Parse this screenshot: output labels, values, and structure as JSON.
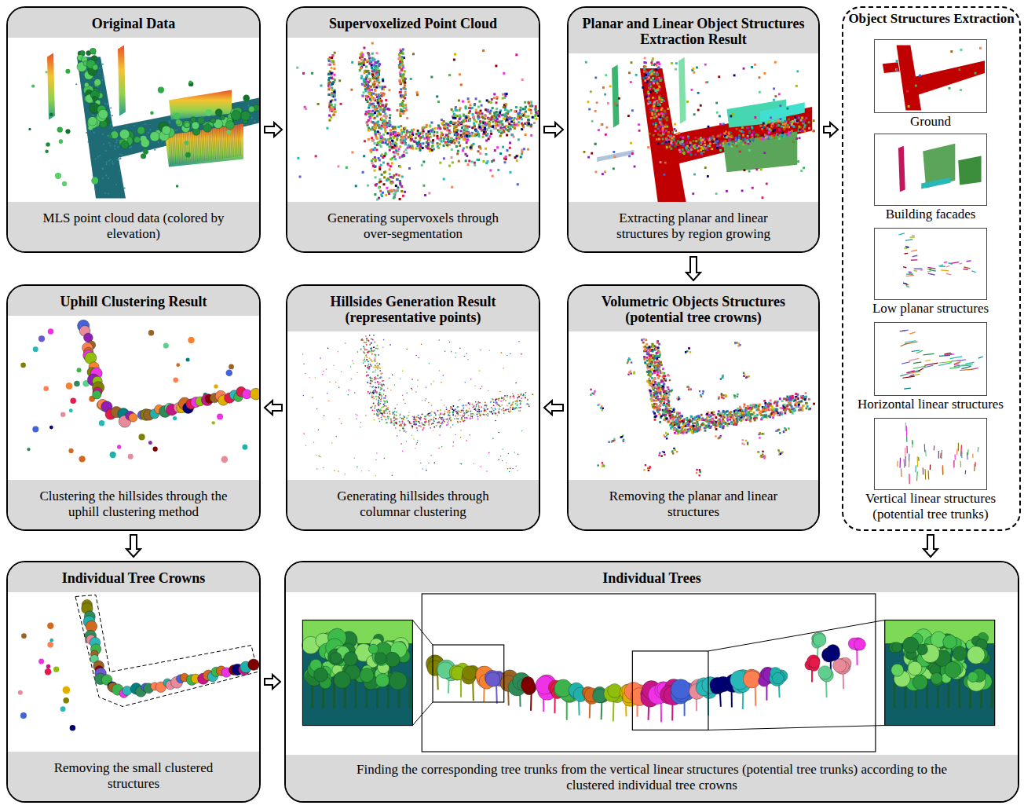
{
  "diagram": {
    "nodes": [
      {
        "text": [
          "Original Data",
          "MLS point cloud data (colored by elevation)"
        ]
      },
      {
        "text": [
          "Supervoxelized Point Cloud",
          "Generating supervoxels through over-segmentation"
        ]
      },
      {
        "text": [
          "Planar and Linear Object Structures Extraction Result",
          "Extracting planar and linear structures by region growing"
        ]
      },
      {
        "text": [
          "Object Structures Extraction"
        ]
      },
      {
        "text": [
          "Ground"
        ],
        "in": 3
      },
      {
        "text": [
          "Building facades"
        ],
        "in": 3
      },
      {
        "text": [
          "Low planar structures"
        ],
        "in": 3
      },
      {
        "text": [
          "Horizontal linear structures"
        ],
        "in": 3
      },
      {
        "text": [
          "Vertical linear structures (potential tree trunks)"
        ],
        "in": 3
      },
      {
        "text": [
          "Uphill Clustering Result",
          "Clustering the hillsides through the uphill clustering method"
        ]
      },
      {
        "text": [
          "Hillsides Generation Result (representative points)",
          "Generating hillsides through columnar clustering"
        ]
      },
      {
        "text": [
          "Volumetric Objects Structures (potential tree crowns)",
          "Removing the planar and linear structures"
        ]
      },
      {
        "text": [
          "Individual Tree Crowns",
          "Removing the small clustered structures"
        ]
      },
      {
        "text": [
          "Individual Trees",
          "Finding the corresponding tree trunks from the vertical linear structures (potential tree trunks) according to the clustered individual tree crowns"
        ]
      }
    ],
    "edges": [
      {
        "from": 0,
        "to": 1,
        "arrow": "to"
      },
      {
        "from": 1,
        "to": 2,
        "arrow": "to"
      },
      {
        "from": 2,
        "to": 3,
        "arrow": "to"
      },
      {
        "from": 2,
        "to": 11,
        "arrow": "to"
      },
      {
        "from": 11,
        "to": 10,
        "arrow": "to"
      },
      {
        "from": 10,
        "to": 9,
        "arrow": "to"
      },
      {
        "from": 9,
        "to": 12,
        "arrow": "to"
      },
      {
        "from": 12,
        "to": 13,
        "arrow": "to"
      },
      {
        "from": 3,
        "to": 13,
        "arrow": "to"
      }
    ]
  }
}
